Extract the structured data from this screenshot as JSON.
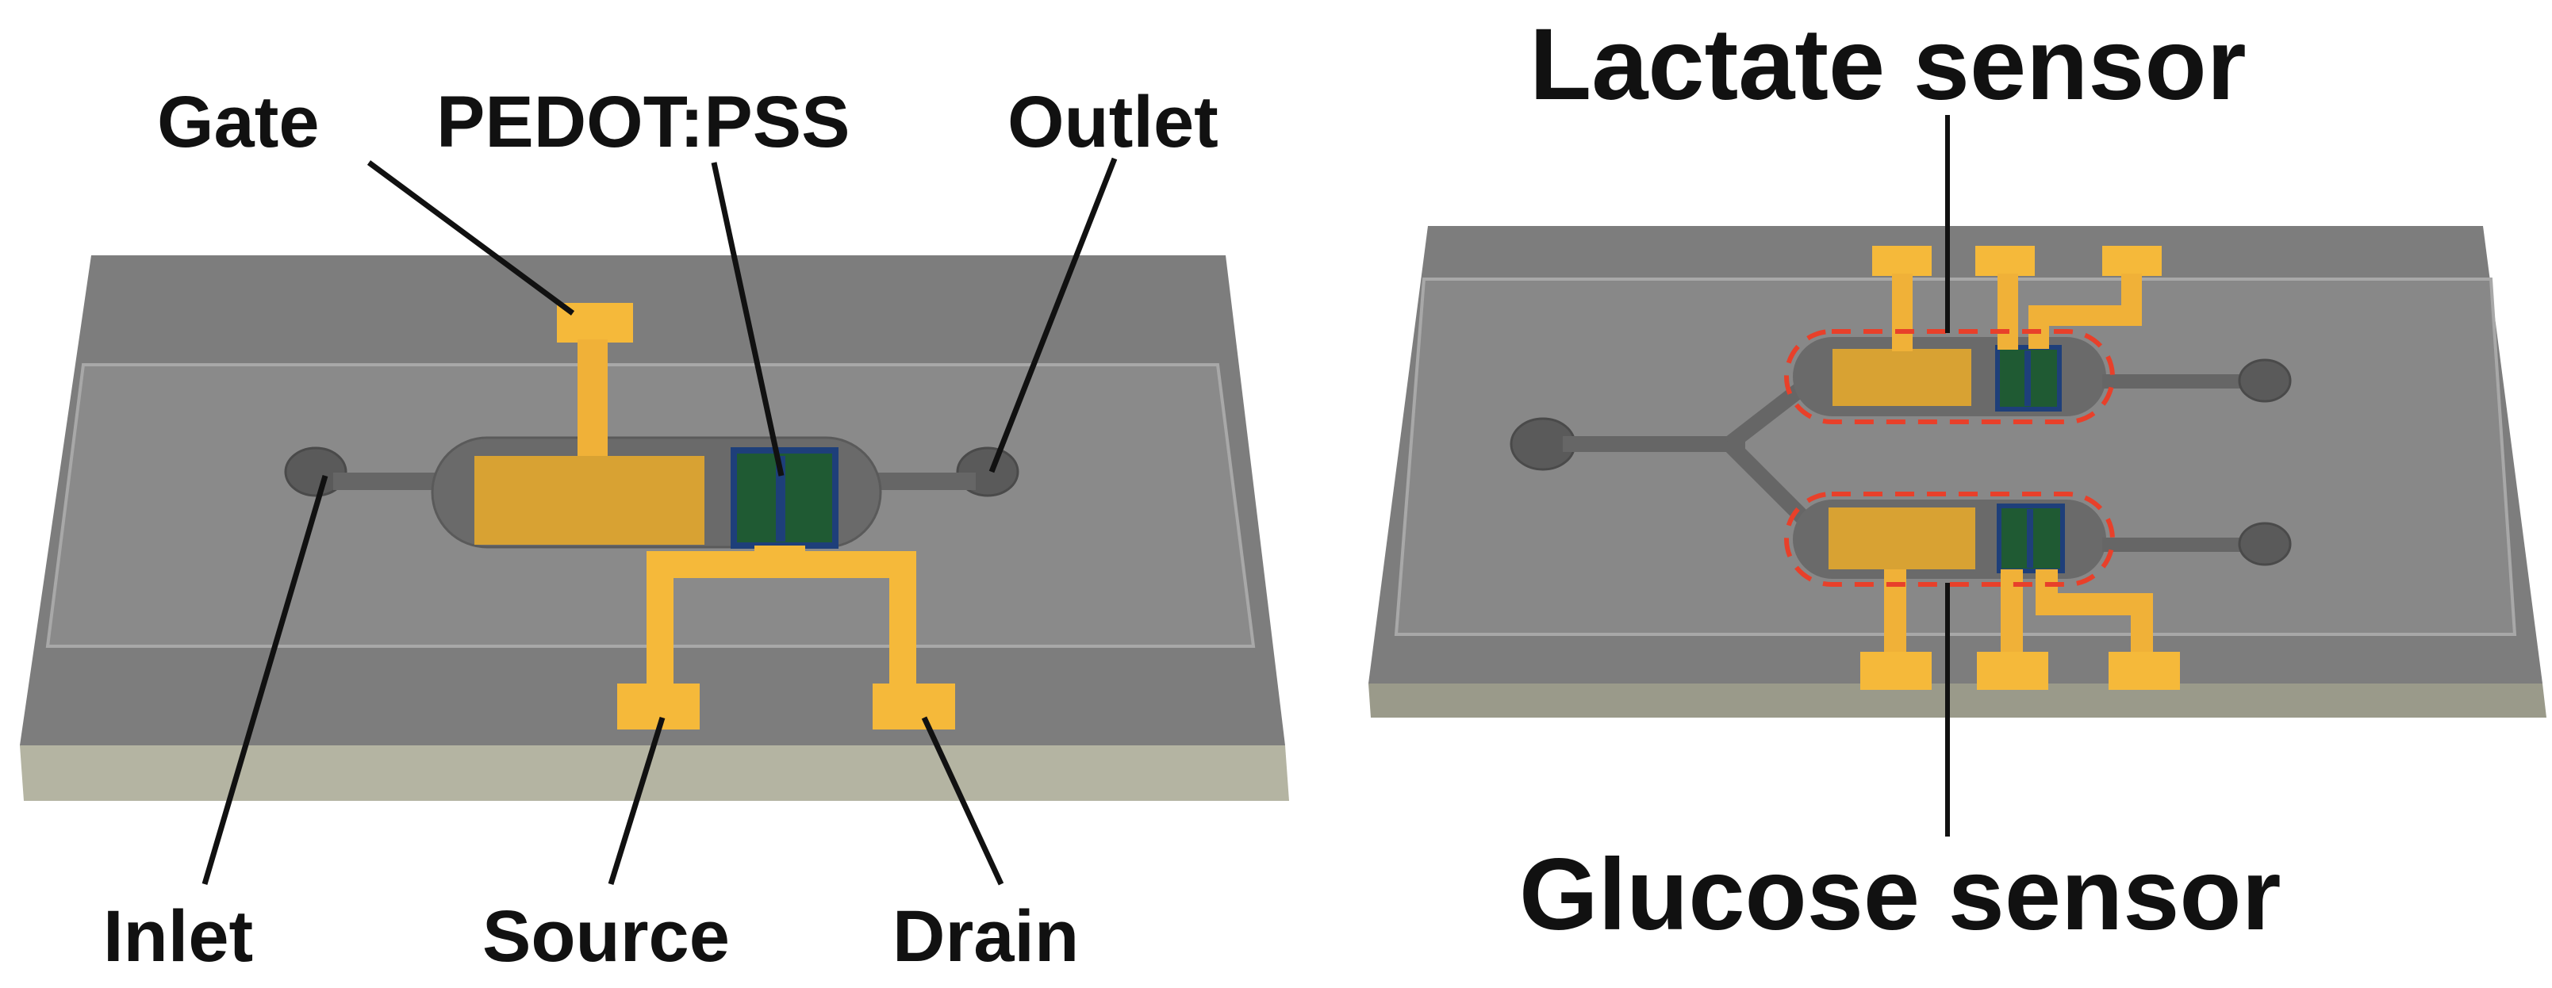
{
  "left_device": {
    "labels": {
      "gate": "Gate",
      "pedot_pss": "PEDOT:PSS",
      "outlet": "Outlet",
      "inlet": "Inlet",
      "source": "Source",
      "drain": "Drain"
    }
  },
  "right_device": {
    "labels": {
      "lactate_sensor": "Lactate sensor",
      "glucose_sensor": "Glucose sensor"
    }
  },
  "colors": {
    "background": "#ffffff",
    "substrate_top": "#7d7d7d",
    "substrate_side": "#b4b4a2",
    "channel": "#6c6c6c",
    "gold_electrode": "#f5b93a",
    "gold_dark": "#d69f2e",
    "pedot_pss": "#1f5a33",
    "pedot_border": "#1e3f7a",
    "sensor_outline": "#e8402a",
    "leader_line": "#111111"
  }
}
